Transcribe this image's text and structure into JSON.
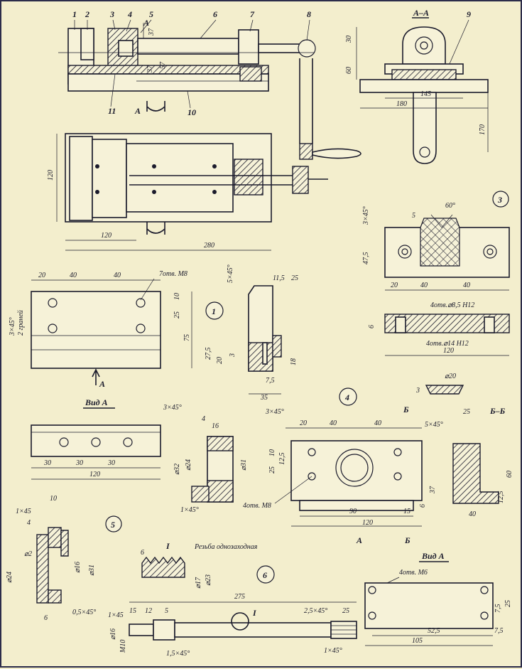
{
  "callouts": {
    "p1": "1",
    "p2": "2",
    "p3": "3",
    "p4": "4",
    "p5": "5",
    "p6": "6",
    "p7": "7",
    "p8": "8",
    "p9": "9",
    "p10": "10",
    "p11": "11"
  },
  "section_aa": "А–А",
  "section_arrow": "А",
  "part_numbers": {
    "n1": "1",
    "n3": "3",
    "n4": "4",
    "n5": "5",
    "n6": "6"
  },
  "assembly": {
    "d30": "30",
    "d60": "60",
    "d145": "145",
    "d180": "180",
    "d170": "170",
    "d37": "37",
    "d57": "57",
    "d120v": "120",
    "d120h": "120",
    "d280": "280"
  },
  "part3": {
    "chamfer": "3×45°",
    "angle": "60°",
    "d5": "5",
    "d47_5": "47,5",
    "d20": "20",
    "d40a": "40",
    "d40b": "40",
    "holes_top": "4отв.⌀8,5 Н12",
    "holes_bot": "4отв.⌀14 Н12",
    "d120": "120",
    "d6": "6",
    "d20dia": "⌀20",
    "d3": "3"
  },
  "part1": {
    "chamfer": "3×45°",
    "faces": "2 граней",
    "d20": "20",
    "d40a": "40",
    "d40b": "40",
    "holes": "7отв. М8",
    "d10": "10",
    "d25": "25",
    "d75": "75",
    "side_chamfer": "5×45°",
    "d11_5": "11,5",
    "d25b": "25",
    "d27_5": "27,5",
    "d20b": "20",
    "d3": "3",
    "d18": "18",
    "d7_5": "7,5",
    "d35": "35",
    "arrow": "А",
    "view": "Вид А",
    "view_chamfer": "3×45°",
    "d30a": "30",
    "d30b": "30",
    "d30c": "30",
    "d120": "120"
  },
  "part_ring": {
    "d4": "4",
    "d16": "16",
    "d32": "⌀32",
    "d24": "⌀24",
    "d31": "⌀31",
    "chamfer": "1×45°"
  },
  "part4": {
    "chamfer": "3×45°",
    "d20": "20",
    "d40a": "40",
    "d40b": "40",
    "cut": "Б",
    "cut_title": "Б–Б",
    "cut_chamfer": "5×45°",
    "d25": "25",
    "d10": "10",
    "d12_5": "12,5",
    "d25b": "25",
    "d37": "37",
    "d6": "6",
    "d15": "15",
    "d12_5b": "12,5",
    "d60": "60",
    "holes": "4отв. М8",
    "d90": "90",
    "d120": "120",
    "d40": "40",
    "arrow_a": "А",
    "arrow_b": "Б"
  },
  "part5": {
    "d10": "10",
    "chamfer": "1×45",
    "d4": "4",
    "d2": "⌀2",
    "d24": "⌀24",
    "d16": "⌀16",
    "d31": "⌀31",
    "d6": "6",
    "chamfer2": "0,5×45°"
  },
  "thread": {
    "d6": "6",
    "label": "I",
    "text": "Резьба однозаходная",
    "d17": "⌀17",
    "d23": "⌀23"
  },
  "part6": {
    "d275": "275",
    "label": "I",
    "d15": "15",
    "d12": "12",
    "d5": "5",
    "ch1": "1×45",
    "ch2": "2,5×45°",
    "d25": "25",
    "d16": "⌀16",
    "m10": "М10",
    "ch3": "1,5×45°",
    "ch4": "1×45°"
  },
  "view_a2": {
    "title": "Вид А",
    "holes": "4отв. М6",
    "d7_5": "7,5",
    "d25": "25",
    "d52_5": "52,5",
    "d105": "105",
    "d7_5b": "7,5"
  }
}
